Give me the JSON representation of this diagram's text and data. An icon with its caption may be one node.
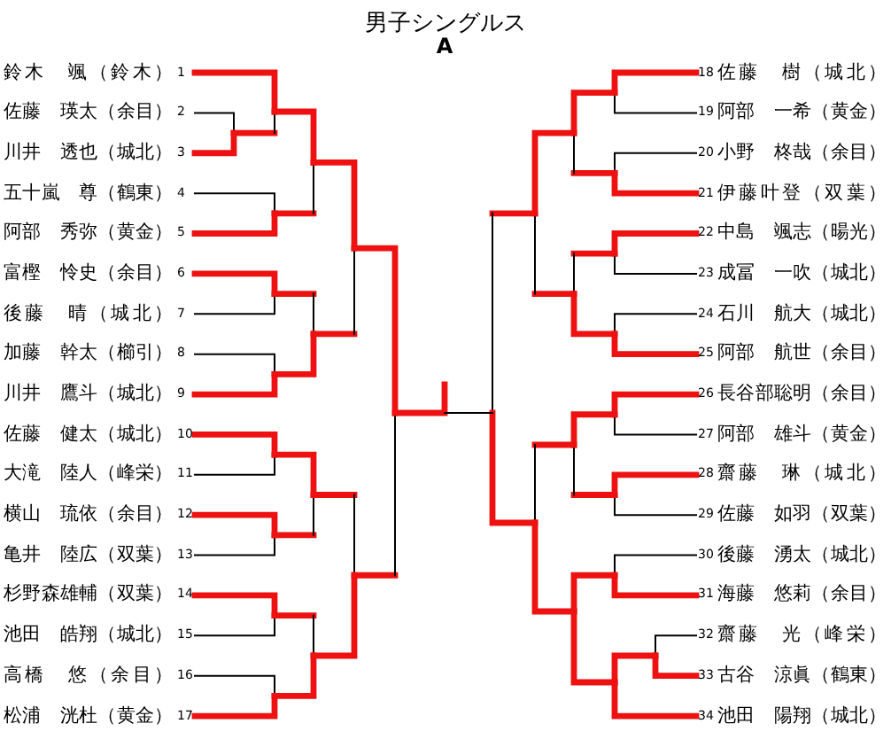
{
  "diagram": {
    "title": "男子シングルス",
    "labels": [
      "A",
      "鈴木　颯（鈴木）",
      "1",
      "佐藤　瑛太（余目）",
      "2",
      "川井　透也（城北）",
      "3",
      "五十嵐　尊（鶴東）",
      "4",
      "阿部　秀弥（黄金）",
      "5",
      "富樫　怜史（余目）",
      "6",
      "後藤　晴（城北）",
      "7",
      "加藤　幹太（櫛引）",
      "8",
      "川井　鷹斗（城北）",
      "9",
      "佐藤　健太（城北）",
      "10",
      "大滝　陸人（峰栄）",
      "11",
      "横山　琉依（余目）",
      "12",
      "亀井　陸広（双葉）",
      "13",
      "杉野森雄輔（双葉）",
      "14",
      "池田　皓翔（城北）",
      "15",
      "高橋　悠（余目）",
      "16",
      "松浦　洸杜（黄金）",
      "17",
      "18",
      "佐藤　樹（城北）",
      "19",
      "阿部　一希（黄金）",
      "20",
      "小野　柊哉（余目）",
      "21",
      "伊藤叶登（双葉）",
      "22",
      "中島　颯志（暘光）",
      "23",
      "成冨　一吹（城北）",
      "24",
      "石川　航大（城北）",
      "25",
      "阿部　航世（余目）",
      "26",
      "長谷部聡明（余目）",
      "27",
      "阿部　雄斗（黄金）",
      "28",
      "齋藤　琳（城北）",
      "29",
      "佐藤　如羽（双葉）",
      "30",
      "後藤　湧太（城北）",
      "31",
      "海藤　悠莉（余目）",
      "32",
      "齋藤　光（峰栄）",
      "33",
      "古谷　涼眞（鶴東）",
      "34",
      "池田　陽翔（城北）"
    ]
  }
}
